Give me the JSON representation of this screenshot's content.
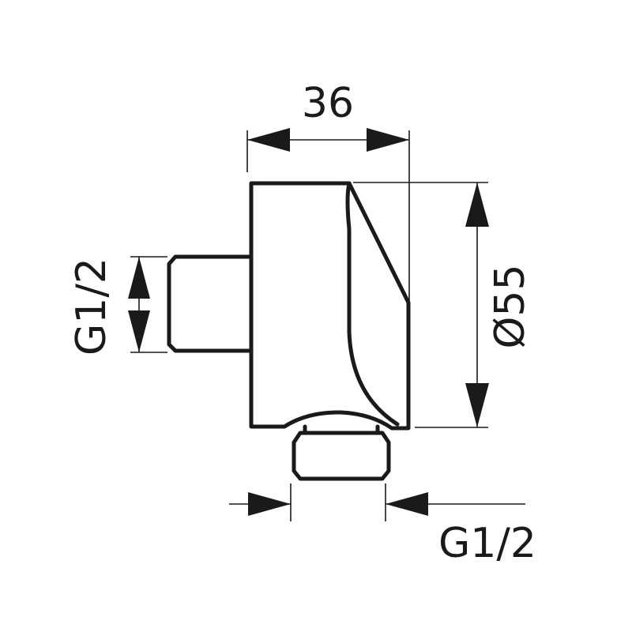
{
  "drawing": {
    "dimensions": {
      "top_width": "36",
      "diameter": "Ø55",
      "left_thread": "G1/2",
      "bottom_thread": "G1/2"
    },
    "colors": {
      "line": "#1a1a1a",
      "background": "#ffffff"
    }
  }
}
